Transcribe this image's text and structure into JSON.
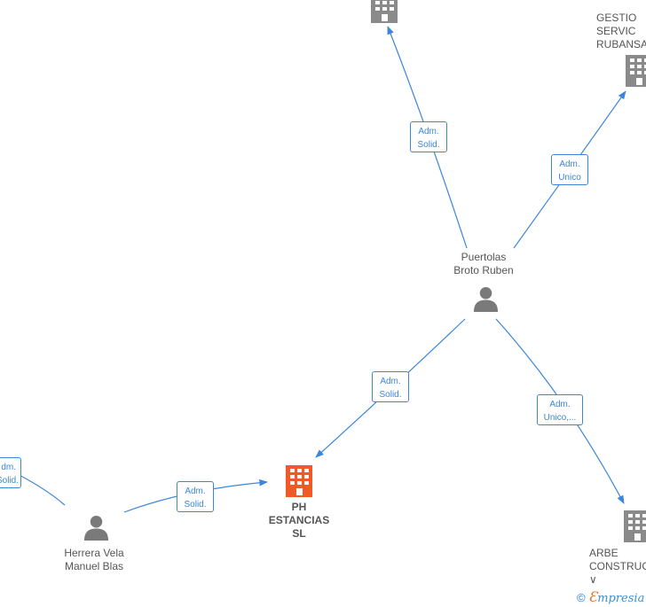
{
  "colors": {
    "edge": "#3b86d8",
    "company": "#8a8a8a",
    "person": "#7a7a7a",
    "focus_company": "#f05a28"
  },
  "nodes": {
    "top_company": {
      "label": "",
      "icon": "building-icon"
    },
    "gestion_servicios": {
      "label": "GESTIO\nSERVIC\nRUBANSA",
      "icon": "building-icon"
    },
    "puertolas": {
      "label": "Puertolas\nBroto Ruben",
      "icon": "person-icon"
    },
    "ph_estancias": {
      "label": "PH\nESTANCIAS\nSL",
      "icon": "building-icon"
    },
    "herrera": {
      "label": "Herrera Vela\nManuel Blas",
      "icon": "person-icon"
    },
    "arbe": {
      "label": "ARBE\nCONSTRUCC\n∨",
      "icon": "building-icon"
    }
  },
  "edges": {
    "e1": {
      "label": "Adm.\nSolid."
    },
    "e2": {
      "label": "Adm.\nUnico"
    },
    "e3": {
      "label": "Adm.\nSolid."
    },
    "e4": {
      "label": "Adm.\nUnico,..."
    },
    "e5": {
      "label": "Adm.\nSolid."
    },
    "e6": {
      "label": "dm.\nSolid."
    }
  },
  "footer": {
    "copyright_symbol": "©",
    "brand_first": "Ɛ",
    "brand_rest": "mpresia"
  }
}
